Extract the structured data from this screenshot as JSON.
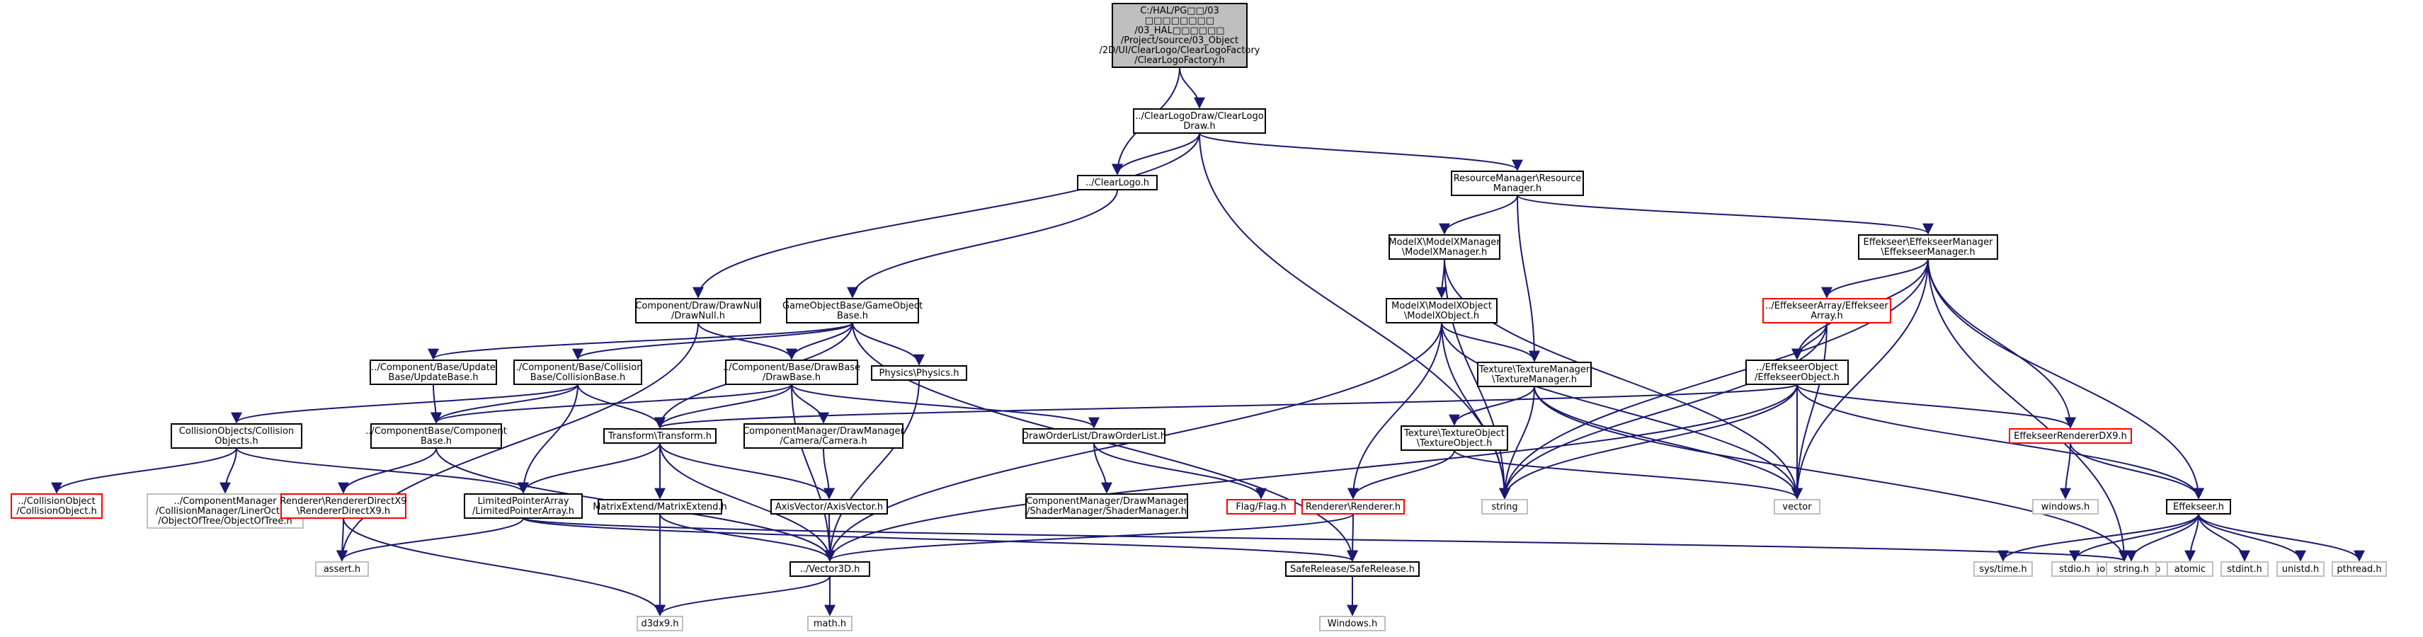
{
  "colors": {
    "edge": "#191970",
    "root_fill": "#bfbfbf",
    "normal_border": "#000000",
    "missing_border": "#ff0000",
    "external_border": "#bfbfbf",
    "node_fill": "#ffffff",
    "text": "#000000"
  },
  "nodes": [
    {
      "id": "root",
      "kind": "root",
      "lines": [
        "C:/HAL/PG□□/03",
        "□□□□□□□□",
        "/03_HAL□□□□□□",
        "/Project/source/03_Object",
        "/2D/UI/ClearLogo/ClearLogoFactory",
        "/ClearLogoFactory.h"
      ]
    },
    {
      "id": "cld",
      "kind": "normal",
      "lines": [
        "../ClearLogoDraw/ClearLogo",
        "Draw.h"
      ]
    },
    {
      "id": "cl",
      "kind": "normal",
      "lines": [
        "../ClearLogo.h"
      ]
    },
    {
      "id": "rm",
      "kind": "normal",
      "lines": [
        "ResourceManager\\Resource",
        "Manager.h"
      ]
    },
    {
      "id": "mm",
      "kind": "normal",
      "lines": [
        "ModelX\\ModelXManager",
        "\\ModelXManager.h"
      ]
    },
    {
      "id": "em",
      "kind": "normal",
      "lines": [
        "Effekseer\\EffekseerManager",
        "\\EffekseerManager.h"
      ]
    },
    {
      "id": "dn",
      "kind": "normal",
      "lines": [
        "Component/Draw/DrawNull",
        "/DrawNull.h"
      ]
    },
    {
      "id": "gob",
      "kind": "normal",
      "lines": [
        "GameObjectBase/GameObject",
        "Base.h"
      ]
    },
    {
      "id": "mo",
      "kind": "normal",
      "lines": [
        "ModelX\\ModelXObject",
        "\\ModelXObject.h"
      ]
    },
    {
      "id": "ea",
      "kind": "missing",
      "lines": [
        "../EffekseerArray/Effekseer",
        "Array.h"
      ]
    },
    {
      "id": "ub",
      "kind": "normal",
      "lines": [
        "../Component/Base/Update",
        "Base/UpdateBase.h"
      ]
    },
    {
      "id": "cb",
      "kind": "normal",
      "lines": [
        "../Component/Base/Collision",
        "Base/CollisionBase.h"
      ]
    },
    {
      "id": "db",
      "kind": "normal",
      "lines": [
        "../Component/Base/DrawBase",
        "/DrawBase.h"
      ]
    },
    {
      "id": "ph",
      "kind": "normal",
      "lines": [
        "Physics\\Physics.h"
      ]
    },
    {
      "id": "tm",
      "kind": "normal",
      "lines": [
        "Texture\\TextureManager",
        "\\TextureManager.h"
      ]
    },
    {
      "id": "eo",
      "kind": "normal",
      "lines": [
        "../EffekseerObject",
        "/EffekseerObject.h"
      ]
    },
    {
      "id": "co",
      "kind": "normal",
      "lines": [
        "CollisionObjects/Collision",
        "Objects.h"
      ]
    },
    {
      "id": "cpb",
      "kind": "normal",
      "lines": [
        "../ComponentBase/Component",
        "Base.h"
      ]
    },
    {
      "id": "tr",
      "kind": "normal",
      "lines": [
        "Transform\\Transform.h"
      ]
    },
    {
      "id": "cam",
      "kind": "normal",
      "lines": [
        "ComponentManager/DrawManager",
        "/Camera/Camera.h"
      ]
    },
    {
      "id": "dol",
      "kind": "normal",
      "lines": [
        "DrawOrderList/DrawOrderList.h"
      ]
    },
    {
      "id": "to",
      "kind": "normal",
      "lines": [
        "Texture\\TextureObject",
        "\\TextureObject.h"
      ]
    },
    {
      "id": "erd",
      "kind": "missing",
      "lines": [
        "EffekseerRendererDX9.h"
      ]
    },
    {
      "id": "cobj",
      "kind": "missing",
      "lines": [
        "../CollisionObject",
        "/CollisionObject.h"
      ]
    },
    {
      "id": "oft",
      "kind": "external",
      "lines": [
        "../ComponentManager",
        "/CollisionManager/LinerOctree",
        "/ObjectOfTree/ObjectOfTree.h"
      ]
    },
    {
      "id": "rd9",
      "kind": "missing",
      "lines": [
        "Renderer\\RendererDirectX9",
        "\\RendererDirectX9.h"
      ]
    },
    {
      "id": "lpa",
      "kind": "normal",
      "lines": [
        "LimitedPointerArray",
        "/LimitedPointerArray.h"
      ]
    },
    {
      "id": "me",
      "kind": "normal",
      "lines": [
        "MatrixExtend/MatrixExtend.h"
      ]
    },
    {
      "id": "av",
      "kind": "normal",
      "lines": [
        "AxisVector/AxisVector.h"
      ]
    },
    {
      "id": "sm",
      "kind": "normal",
      "lines": [
        "ComponentManager/DrawManager",
        "/ShaderManager/ShaderManager.h"
      ]
    },
    {
      "id": "flag",
      "kind": "missing",
      "lines": [
        "Flag/Flag.h"
      ]
    },
    {
      "id": "ren",
      "kind": "missing",
      "lines": [
        "Renderer\\Renderer.h"
      ]
    },
    {
      "id": "str",
      "kind": "external",
      "lines": [
        "string"
      ]
    },
    {
      "id": "vec",
      "kind": "external",
      "lines": [
        "vector"
      ]
    },
    {
      "id": "win",
      "kind": "external",
      "lines": [
        "windows.h"
      ]
    },
    {
      "id": "eff",
      "kind": "normal",
      "lines": [
        "Effekseer.h"
      ]
    },
    {
      "id": "assert",
      "kind": "external",
      "lines": [
        "assert.h"
      ]
    },
    {
      "id": "v3d",
      "kind": "normal",
      "lines": [
        "../Vector3D.h"
      ]
    },
    {
      "id": "sr",
      "kind": "normal",
      "lines": [
        "SafeRelease/SafeRelease.h"
      ]
    },
    {
      "id": "um",
      "kind": "external",
      "lines": [
        "unordered_map"
      ]
    },
    {
      "id": "st",
      "kind": "external",
      "lines": [
        "sys/time.h"
      ]
    },
    {
      "id": "stdio",
      "kind": "external",
      "lines": [
        "stdio.h"
      ]
    },
    {
      "id": "strh",
      "kind": "external",
      "lines": [
        "string.h"
      ]
    },
    {
      "id": "atomic",
      "kind": "external",
      "lines": [
        "atomic"
      ]
    },
    {
      "id": "stdint",
      "kind": "external",
      "lines": [
        "stdint.h"
      ]
    },
    {
      "id": "unistd",
      "kind": "external",
      "lines": [
        "unistd.h"
      ]
    },
    {
      "id": "pthread",
      "kind": "external",
      "lines": [
        "pthread.h"
      ]
    },
    {
      "id": "d3dx9",
      "kind": "external",
      "lines": [
        "d3dx9.h"
      ]
    },
    {
      "id": "math",
      "kind": "external",
      "lines": [
        "math.h"
      ]
    },
    {
      "id": "WinH",
      "kind": "external",
      "lines": [
        "Windows.h"
      ]
    }
  ],
  "edges": [
    [
      "root",
      "cld"
    ],
    [
      "root",
      "cl"
    ],
    [
      "cld",
      "cl"
    ],
    [
      "cld",
      "rm"
    ],
    [
      "cld",
      "dn"
    ],
    [
      "cld",
      "str"
    ],
    [
      "cl",
      "gob"
    ],
    [
      "rm",
      "mm"
    ],
    [
      "rm",
      "em"
    ],
    [
      "rm",
      "tm"
    ],
    [
      "mm",
      "mo"
    ],
    [
      "mm",
      "str"
    ],
    [
      "mm",
      "vec"
    ],
    [
      "em",
      "ea"
    ],
    [
      "em",
      "eo"
    ],
    [
      "em",
      "erd"
    ],
    [
      "em",
      "eff"
    ],
    [
      "em",
      "str"
    ],
    [
      "em",
      "vec"
    ],
    [
      "em",
      "um"
    ],
    [
      "dn",
      "db"
    ],
    [
      "dn",
      "assert"
    ],
    [
      "gob",
      "ub"
    ],
    [
      "gob",
      "cb"
    ],
    [
      "gob",
      "db"
    ],
    [
      "gob",
      "ph"
    ],
    [
      "gob",
      "tr"
    ],
    [
      "gob",
      "sr"
    ],
    [
      "mo",
      "ren"
    ],
    [
      "mo",
      "v3d"
    ],
    [
      "mo",
      "str"
    ],
    [
      "mo",
      "vec"
    ],
    [
      "mo",
      "tm"
    ],
    [
      "ea",
      "eo"
    ],
    [
      "ea",
      "str"
    ],
    [
      "ea",
      "vec"
    ],
    [
      "ub",
      "cpb"
    ],
    [
      "cb",
      "co"
    ],
    [
      "cb",
      "cpb"
    ],
    [
      "cb",
      "tr"
    ],
    [
      "cb",
      "lpa"
    ],
    [
      "db",
      "cpb"
    ],
    [
      "db",
      "cam"
    ],
    [
      "db",
      "dol"
    ],
    [
      "db",
      "tr"
    ],
    [
      "db",
      "v3d"
    ],
    [
      "ph",
      "v3d"
    ],
    [
      "tm",
      "to"
    ],
    [
      "tm",
      "str"
    ],
    [
      "tm",
      "vec"
    ],
    [
      "tm",
      "um"
    ],
    [
      "eo",
      "tr"
    ],
    [
      "eo",
      "str"
    ],
    [
      "eo",
      "vec"
    ],
    [
      "eo",
      "eff"
    ],
    [
      "eo",
      "erd"
    ],
    [
      "eo",
      "v3d"
    ],
    [
      "co",
      "cobj"
    ],
    [
      "co",
      "oft"
    ],
    [
      "co",
      "lpa"
    ],
    [
      "cpb",
      "rd9"
    ],
    [
      "cpb",
      "v3d"
    ],
    [
      "tr",
      "lpa"
    ],
    [
      "tr",
      "me"
    ],
    [
      "tr",
      "av"
    ],
    [
      "tr",
      "v3d"
    ],
    [
      "cam",
      "av"
    ],
    [
      "dol",
      "sm"
    ],
    [
      "dol",
      "flag"
    ],
    [
      "to",
      "ren"
    ],
    [
      "to",
      "vec"
    ],
    [
      "erd",
      "win"
    ],
    [
      "erd",
      "eff"
    ],
    [
      "rd9",
      "assert"
    ],
    [
      "rd9",
      "d3dx9"
    ],
    [
      "lpa",
      "assert"
    ],
    [
      "lpa",
      "sr"
    ],
    [
      "lpa",
      "um"
    ],
    [
      "me",
      "v3d"
    ],
    [
      "me",
      "d3dx9"
    ],
    [
      "av",
      "v3d"
    ],
    [
      "ren",
      "v3d"
    ],
    [
      "ren",
      "sr"
    ],
    [
      "eff",
      "st"
    ],
    [
      "eff",
      "stdio"
    ],
    [
      "eff",
      "strh"
    ],
    [
      "eff",
      "atomic"
    ],
    [
      "eff",
      "stdint"
    ],
    [
      "eff",
      "unistd"
    ],
    [
      "eff",
      "pthread"
    ],
    [
      "v3d",
      "d3dx9"
    ],
    [
      "v3d",
      "math"
    ],
    [
      "sr",
      "WinH"
    ]
  ]
}
